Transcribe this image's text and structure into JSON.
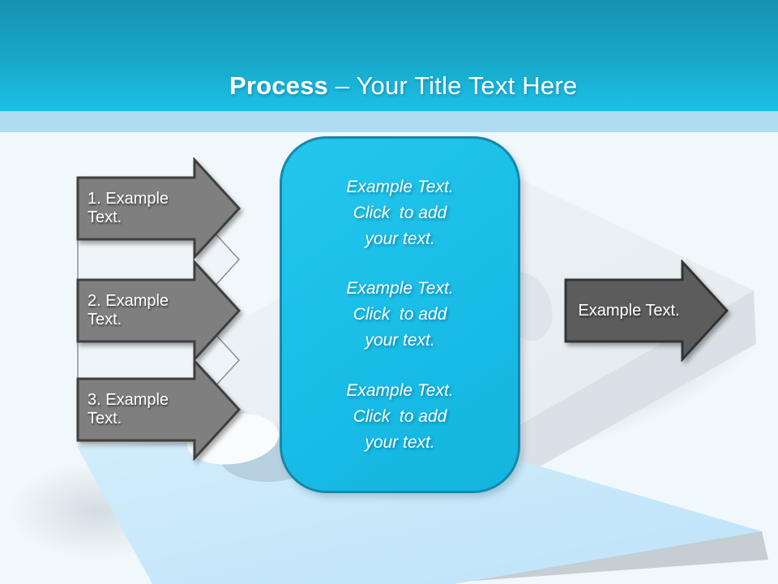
{
  "header": {
    "title_bold": "Process",
    "title_rest": " – Your Title Text Here"
  },
  "left_arrows": [
    {
      "label": "1. Example Text."
    },
    {
      "label": "2. Example Text."
    },
    {
      "label": "3. Example Text."
    }
  ],
  "right_arrow": {
    "label": "Example Text."
  },
  "center_box": {
    "blocks": [
      {
        "lines": [
          "Example Text.",
          "Click  to add",
          "your text."
        ]
      },
      {
        "lines": [
          "Example Text.",
          "Click  to add",
          "your text."
        ]
      },
      {
        "lines": [
          "Example Text.",
          "Click  to add",
          "your text."
        ]
      }
    ]
  },
  "colors": {
    "header_gradient_top": "#1692B2",
    "header_gradient_bottom": "#1BC1E9",
    "accent_strip": "#AFDCF0",
    "slide_background": "#F1F8FB",
    "center_box_fill": "#18BCE6",
    "center_box_border": "#1787A8",
    "dark_arrow_fill": "#7F7F7F",
    "dark_arrow_border": "#3F3F3F",
    "right_arrow_fill": "#5C5C5C",
    "light_arrow_fill": "#EEF4F7",
    "text_white": "#FFFFFF",
    "puzzle_white_piece": "#E9EFF2",
    "puzzle_blue_piece": "#C6E7FA"
  }
}
